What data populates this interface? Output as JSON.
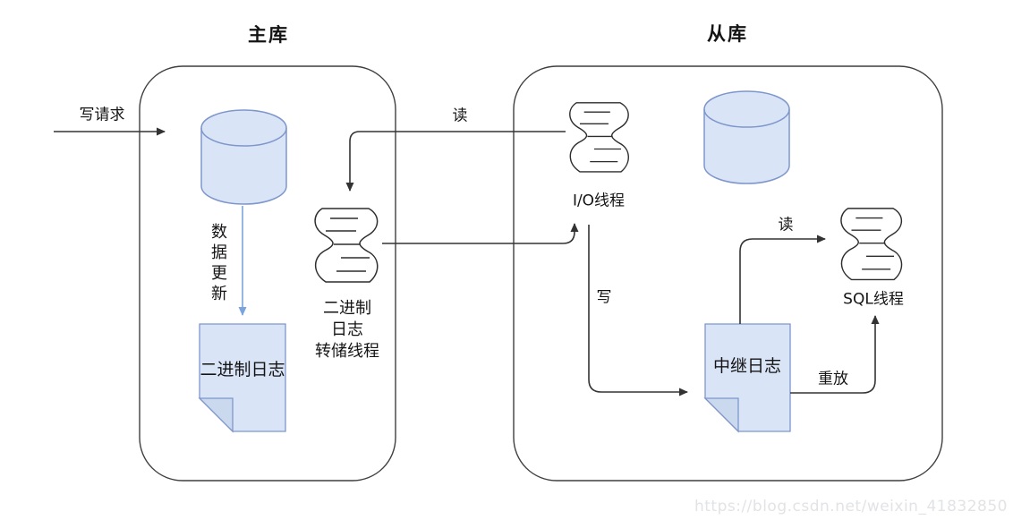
{
  "colors": {
    "shape_fill_blue": "#dae4f7",
    "shape_stroke_blue": "#7e96cc",
    "fold_fill_blue": "#cbd9ee",
    "line_black": "#333333",
    "arrow_blue": "#7ba3dd",
    "watermark_gray": "#e2e3e6"
  },
  "master": {
    "title": "主库",
    "write_request_label": "写请求",
    "data_update_label": "数据更新",
    "binlog_document_label": "二进制日志",
    "dump_thread_label_lines": [
      "二进制",
      "日志",
      "转储线程"
    ]
  },
  "link": {
    "read_label": "读"
  },
  "slave": {
    "title": "从库",
    "io_thread_label": "I/O线程",
    "write_label": "写",
    "relay_log_label": "中继日志",
    "read_label": "读",
    "replay_label": "重放",
    "sql_thread_label": "SQL线程"
  },
  "watermark": {
    "text": "https://blog.csdn.net/weixin_41832850"
  }
}
